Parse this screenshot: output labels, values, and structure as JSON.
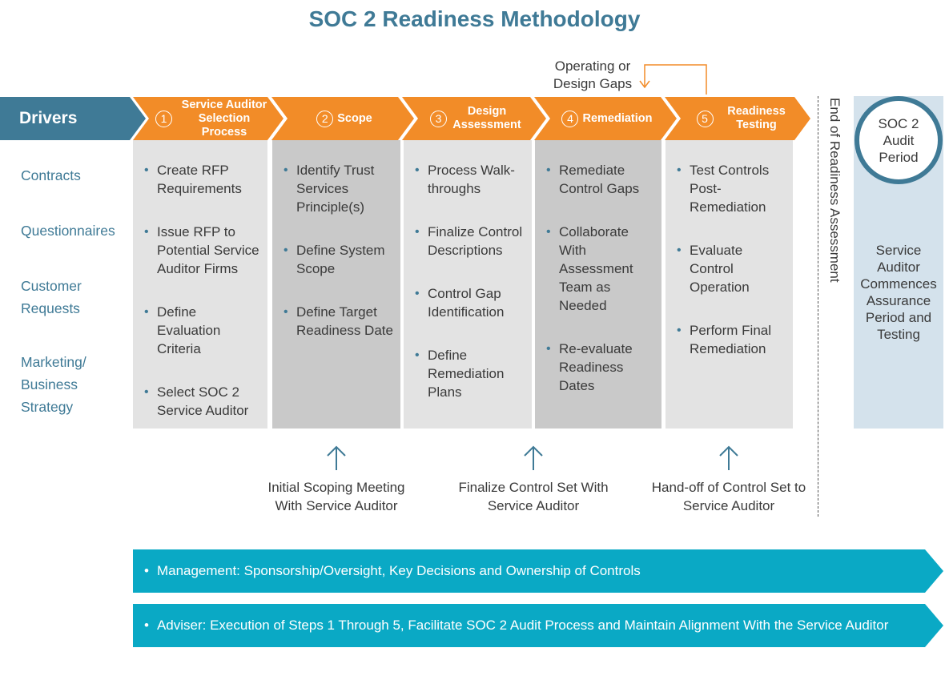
{
  "title": "SOC 2 Readiness Methodology",
  "gaps_note": [
    "Operating or",
    "Design Gaps"
  ],
  "drivers": {
    "title": "Drivers",
    "items": [
      "Contracts",
      "Questionnaires",
      "Customer Requests",
      "Marketing/ Business Strategy"
    ]
  },
  "phases": [
    {
      "num": "1",
      "label": "Service Auditor Selection Process",
      "items": [
        "Create RFP Requirements",
        "Issue RFP to Potential Service Auditor Firms",
        "Define Evaluation Criteria",
        "Select SOC 2 Service Auditor"
      ]
    },
    {
      "num": "2",
      "label": "Scope",
      "items": [
        "Identify Trust Services Principle(s)",
        "Define System Scope",
        "Define Target Readiness Date"
      ]
    },
    {
      "num": "3",
      "label": "Design Assessment",
      "items": [
        "Process Walk-throughs",
        "Finalize Control Descriptions",
        "Control Gap Identification",
        "Define Remediation Plans"
      ]
    },
    {
      "num": "4",
      "label": "Remediation",
      "items": [
        "Remediate Control Gaps",
        "Collaborate With Assessment Team as Needed",
        "Re-evaluate Readiness Dates"
      ]
    },
    {
      "num": "5",
      "label": "Readiness Testing",
      "items": [
        "Test Controls Post-Remediation",
        "Evaluate Control Operation",
        "Perform Final Remediation"
      ]
    }
  ],
  "end_readiness": "End of Readiness Assessment",
  "audit_period": {
    "circle": "SOC 2 Audit Period",
    "text": "Service Auditor Commences Assurance Period and Testing"
  },
  "milestones": [
    "Initial Scoping Meeting With Service Auditor",
    "Finalize Control Set With Service Auditor",
    "Hand-off of Control Set to Service Auditor"
  ],
  "bars": [
    "Management: Sponsorship/Oversight, Key Decisions and Ownership of Controls",
    "Adviser: Execution of Steps 1 Through 5, Facilitate SOC 2 Audit Process and Maintain Alignment With the Service Auditor"
  ],
  "colors": {
    "orange": "#f28c28",
    "drivers_blue": "#3f7a96",
    "teal": "#0aa9c5",
    "column_light": "#e3e3e3",
    "column_dark": "#c9c9c9",
    "audit_panel": "#d4e2ec"
  }
}
